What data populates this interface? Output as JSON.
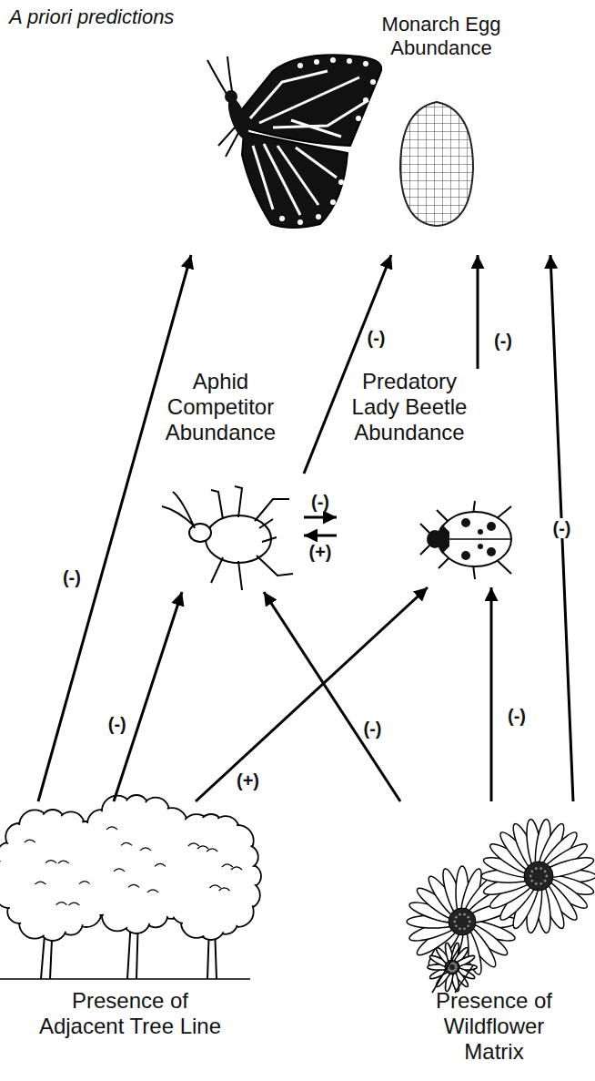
{
  "diagram": {
    "title": "A priori predictions",
    "nodes": [
      {
        "text": [
          "Monarch Egg Abundance"
        ]
      },
      {
        "text": [
          "Aphid Competitor Abundance"
        ]
      },
      {
        "text": [
          "Predatory Lady Beetle Abundance"
        ]
      },
      {
        "text": [
          "Presence of Adjacent Tree Line"
        ]
      },
      {
        "text": [
          "Presence of Wildflower Matrix"
        ]
      }
    ],
    "edges": [
      {
        "from": 3,
        "to": 0,
        "label": "(-)",
        "arrow": "to"
      },
      {
        "from": 3,
        "to": 1,
        "label": "(-)",
        "arrow": "to"
      },
      {
        "from": 3,
        "to": 2,
        "label": "(+)",
        "arrow": "to"
      },
      {
        "from": 4,
        "to": 1,
        "label": "(-)",
        "arrow": "to"
      },
      {
        "from": 4,
        "to": 2,
        "label": "(-)",
        "arrow": "to"
      },
      {
        "from": 4,
        "to": 0,
        "label": "(-)",
        "arrow": "to"
      },
      {
        "from": 1,
        "to": 0,
        "label": "(-)",
        "arrow": "to"
      },
      {
        "from": 2,
        "to": 0,
        "label": "(-)",
        "arrow": "to"
      },
      {
        "from": 1,
        "to": 2,
        "label": "(-)",
        "arrow": "to"
      },
      {
        "from": 2,
        "to": 1,
        "label": "(+)",
        "arrow": "to"
      }
    ]
  }
}
